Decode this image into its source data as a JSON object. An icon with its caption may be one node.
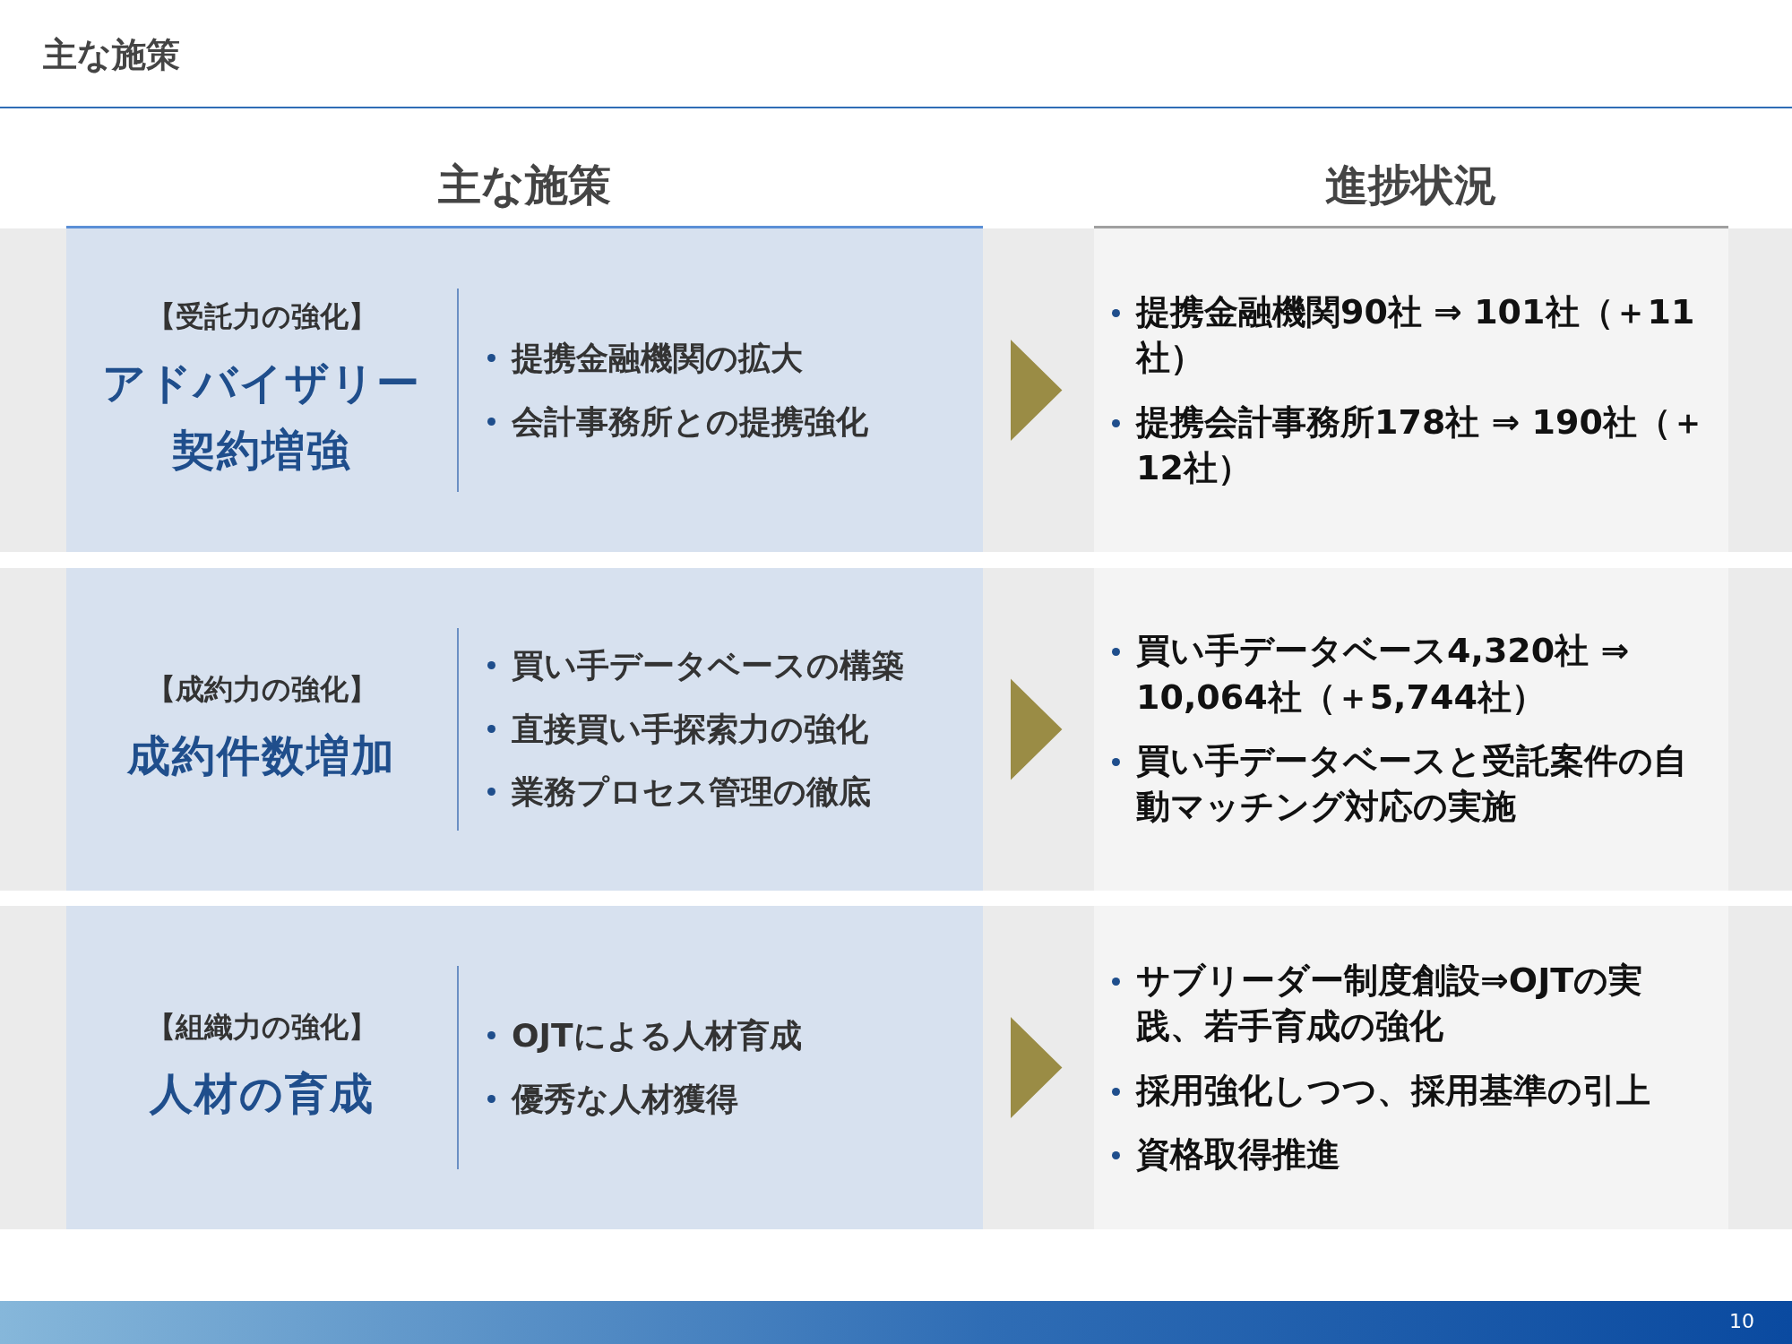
{
  "diagram": {
    "title": "主な施策",
    "nodes": [
      {
        "text": [
          "【受託力の強化】",
          "アドバイザリー契約増強",
          "提携金融機関の拡大",
          "会計事務所との提携強化"
        ]
      },
      {
        "text": [
          "提携金融機関90社 ⇒ 101社（＋11社）",
          "提携会計事務所178社 ⇒ 190社（＋12社）"
        ]
      },
      {
        "text": [
          "【成約力の強化】",
          "成約件数増加",
          "買い手データベースの構築",
          "直接買い手探索力の強化",
          "業務プロセス管理の徹底"
        ]
      },
      {
        "text": [
          "買い手データベース4,320社 ⇒ 10,064社（＋5,744社）",
          "買い手データベースと受託案件の自動マッチング対応の実施"
        ]
      },
      {
        "text": [
          "【組織力の強化】",
          "人材の育成",
          "OJTによる人材育成",
          "優秀な人材獲得"
        ]
      },
      {
        "text": [
          "サブリーダー制度創設⇒OJTの実践、若手育成の強化",
          "採用強化しつつ、採用基準の引上",
          "資格取得推進"
        ]
      }
    ],
    "edges": [
      {
        "from": 0,
        "to": 1,
        "arrow": "to"
      },
      {
        "from": 2,
        "to": 3,
        "arrow": "to"
      },
      {
        "from": 4,
        "to": 5,
        "arrow": "to"
      }
    ],
    "labels": [
      "主な施策",
      "進捗状況",
      "10"
    ]
  }
}
